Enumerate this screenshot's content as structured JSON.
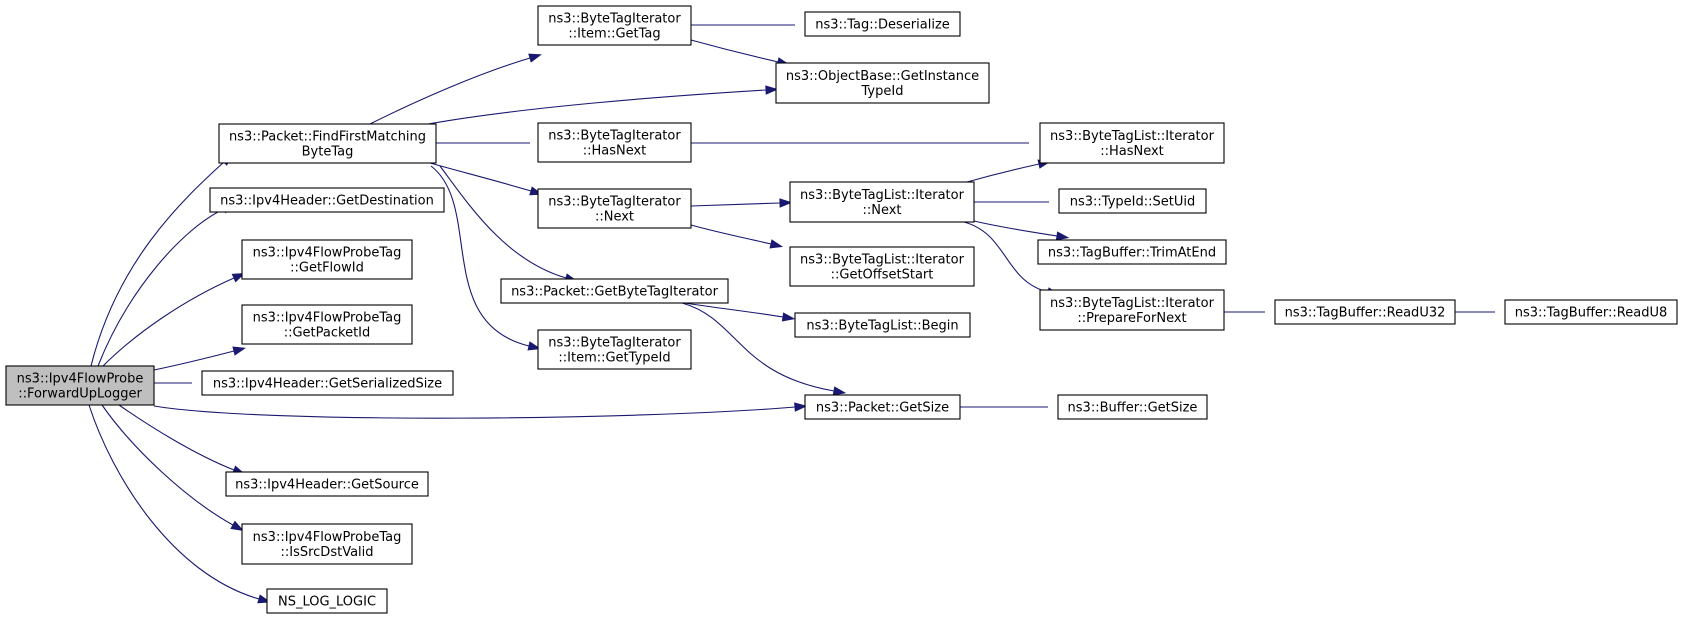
{
  "diagram": {
    "colors": {
      "edge": "#191970",
      "node_border": "#000000",
      "node_fill": "#ffffff",
      "root_fill": "#bfbfbf"
    },
    "nodes": [
      {
        "id": "root",
        "label": [
          "ns3::Ipv4FlowProbe",
          "::ForwardUpLogger"
        ],
        "root": true
      },
      {
        "id": "findFirst",
        "label": [
          "ns3::Packet::FindFirstMatching",
          "ByteTag"
        ]
      },
      {
        "id": "getDest",
        "label": [
          "ns3::Ipv4Header::GetDestination"
        ]
      },
      {
        "id": "getFlowId",
        "label": [
          "ns3::Ipv4FlowProbeTag",
          "::GetFlowId"
        ]
      },
      {
        "id": "getPacketId",
        "label": [
          "ns3::Ipv4FlowProbeTag",
          "::GetPacketId"
        ]
      },
      {
        "id": "getSerSize",
        "label": [
          "ns3::Ipv4Header::GetSerializedSize"
        ]
      },
      {
        "id": "getSource",
        "label": [
          "ns3::Ipv4Header::GetSource"
        ]
      },
      {
        "id": "isSrcDst",
        "label": [
          "ns3::Ipv4FlowProbeTag",
          "::IsSrcDstValid"
        ]
      },
      {
        "id": "nsLog",
        "label": [
          "NS_LOG_LOGIC"
        ]
      },
      {
        "id": "itemGetTag",
        "label": [
          "ns3::ByteTagIterator",
          "::Item::GetTag"
        ]
      },
      {
        "id": "bthasNext",
        "label": [
          "ns3::ByteTagIterator",
          "::HasNext"
        ]
      },
      {
        "id": "btnext",
        "label": [
          "ns3::ByteTagIterator",
          "::Next"
        ]
      },
      {
        "id": "getBTI",
        "label": [
          "ns3::Packet::GetByteTagIterator"
        ]
      },
      {
        "id": "itemGetTypeId",
        "label": [
          "ns3::ByteTagIterator",
          "::Item::GetTypeId"
        ]
      },
      {
        "id": "tagDeser",
        "label": [
          "ns3::Tag::Deserialize"
        ]
      },
      {
        "id": "objGetInst",
        "label": [
          "ns3::ObjectBase::GetInstance",
          "TypeId"
        ]
      },
      {
        "id": "btlNext",
        "label": [
          "ns3::ByteTagList::Iterator",
          "::Next"
        ]
      },
      {
        "id": "btlGetOffset",
        "label": [
          "ns3::ByteTagList::Iterator",
          "::GetOffsetStart"
        ]
      },
      {
        "id": "btlBegin",
        "label": [
          "ns3::ByteTagList::Begin"
        ]
      },
      {
        "id": "pktGetSize",
        "label": [
          "ns3::Packet::GetSize"
        ]
      },
      {
        "id": "btlHasNext",
        "label": [
          "ns3::ByteTagList::Iterator",
          "::HasNext"
        ]
      },
      {
        "id": "setUid",
        "label": [
          "ns3::TypeId::SetUid"
        ]
      },
      {
        "id": "trimAtEnd",
        "label": [
          "ns3::TagBuffer::TrimAtEnd"
        ]
      },
      {
        "id": "prepNext",
        "label": [
          "ns3::ByteTagList::Iterator",
          "::PrepareForNext"
        ]
      },
      {
        "id": "bufGetSize",
        "label": [
          "ns3::Buffer::GetSize"
        ]
      },
      {
        "id": "readU32",
        "label": [
          "ns3::TagBuffer::ReadU32"
        ]
      },
      {
        "id": "readU8",
        "label": [
          "ns3::TagBuffer::ReadU8"
        ]
      }
    ],
    "edges": [
      [
        "root",
        "findFirst"
      ],
      [
        "root",
        "getDest"
      ],
      [
        "root",
        "getFlowId"
      ],
      [
        "root",
        "getPacketId"
      ],
      [
        "root",
        "getSerSize"
      ],
      [
        "root",
        "pktGetSize"
      ],
      [
        "root",
        "getSource"
      ],
      [
        "root",
        "isSrcDst"
      ],
      [
        "root",
        "nsLog"
      ],
      [
        "findFirst",
        "itemGetTag"
      ],
      [
        "findFirst",
        "objGetInst"
      ],
      [
        "findFirst",
        "bthasNext"
      ],
      [
        "findFirst",
        "btnext"
      ],
      [
        "findFirst",
        "getBTI"
      ],
      [
        "findFirst",
        "itemGetTypeId"
      ],
      [
        "itemGetTag",
        "tagDeser"
      ],
      [
        "itemGetTag",
        "objGetInst"
      ],
      [
        "bthasNext",
        "btlHasNext"
      ],
      [
        "btnext",
        "btlNext"
      ],
      [
        "btnext",
        "btlGetOffset"
      ],
      [
        "getBTI",
        "btlBegin"
      ],
      [
        "getBTI",
        "pktGetSize"
      ],
      [
        "btlNext",
        "btlHasNext"
      ],
      [
        "btlNext",
        "setUid"
      ],
      [
        "btlNext",
        "trimAtEnd"
      ],
      [
        "btlNext",
        "prepNext"
      ],
      [
        "prepNext",
        "readU32"
      ],
      [
        "readU32",
        "readU8"
      ],
      [
        "pktGetSize",
        "bufGetSize"
      ]
    ]
  }
}
